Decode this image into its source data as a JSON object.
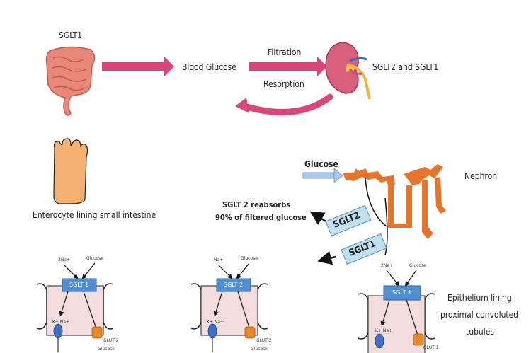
{
  "top": {
    "sglt1_label": "SGLT1",
    "blood_glucose": "Blood Glucose",
    "filtration": "Filtration",
    "resorption": "Resorption",
    "kidney_label": "SGLT2 and SGLT1"
  },
  "middle": {
    "enterocyte_label": "Enterocyte lining small intestine",
    "glucose_label": "Glucose",
    "nephron_label": "Nephron",
    "sglt2_reabsorbs_line1": "SGLT 2 reabsorbs",
    "sglt2_reabsorbs_line2": "90% of filtered glucose",
    "sglt2_tag": "SGLT2",
    "sglt1_tag": "SGLT1"
  },
  "cells": [
    {
      "top_left": "2Na+",
      "top_right": "Glucose",
      "transporter": "SGLT 1",
      "k_na": "K+  Na+",
      "glut": "GLUT 2",
      "glut_sub": "Glucose"
    },
    {
      "top_left": "Na+",
      "top_right": "Glucose",
      "transporter": "SGLT 2",
      "k_na": "K+  Na+",
      "glut": "GLUT 2",
      "glut_sub": "Glucose"
    },
    {
      "top_left": "2Na+",
      "top_right": "Glucose",
      "transporter": "SGLT 1",
      "k_na": "K+  Na+",
      "glut": "GLUT 1",
      "glut_sub": ""
    }
  ],
  "epithelium": {
    "line1": "Epithelium lining",
    "line2": "proximal convoluted",
    "line3": "tubules"
  },
  "colors": {
    "arrow_pink": "#d9467a",
    "transporter_blue": "#4f8fd1",
    "cell_fill": "#f3dcde",
    "nephron_orange": "#e8742a",
    "tag_blue": "#bfe0f0",
    "enterocyte_fill": "#f4b070"
  }
}
